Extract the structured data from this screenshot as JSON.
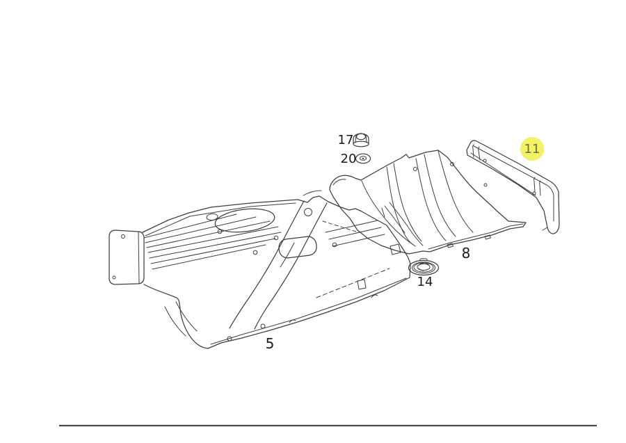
{
  "page": {
    "background": "#ffffff"
  },
  "diagram": {
    "stroke": "#3d3d3d",
    "stroke_light": "#8a8a8a",
    "labels": {
      "nut": "17",
      "washer": "20",
      "rear_shield": "11",
      "center_shield": "8",
      "grommet": "14",
      "floor_panel": "5"
    },
    "highlight": {
      "label": "11",
      "fill": "#f1f264",
      "text_color": "#6b6b4f"
    },
    "divider": {
      "color": "#4a4a4a"
    }
  }
}
